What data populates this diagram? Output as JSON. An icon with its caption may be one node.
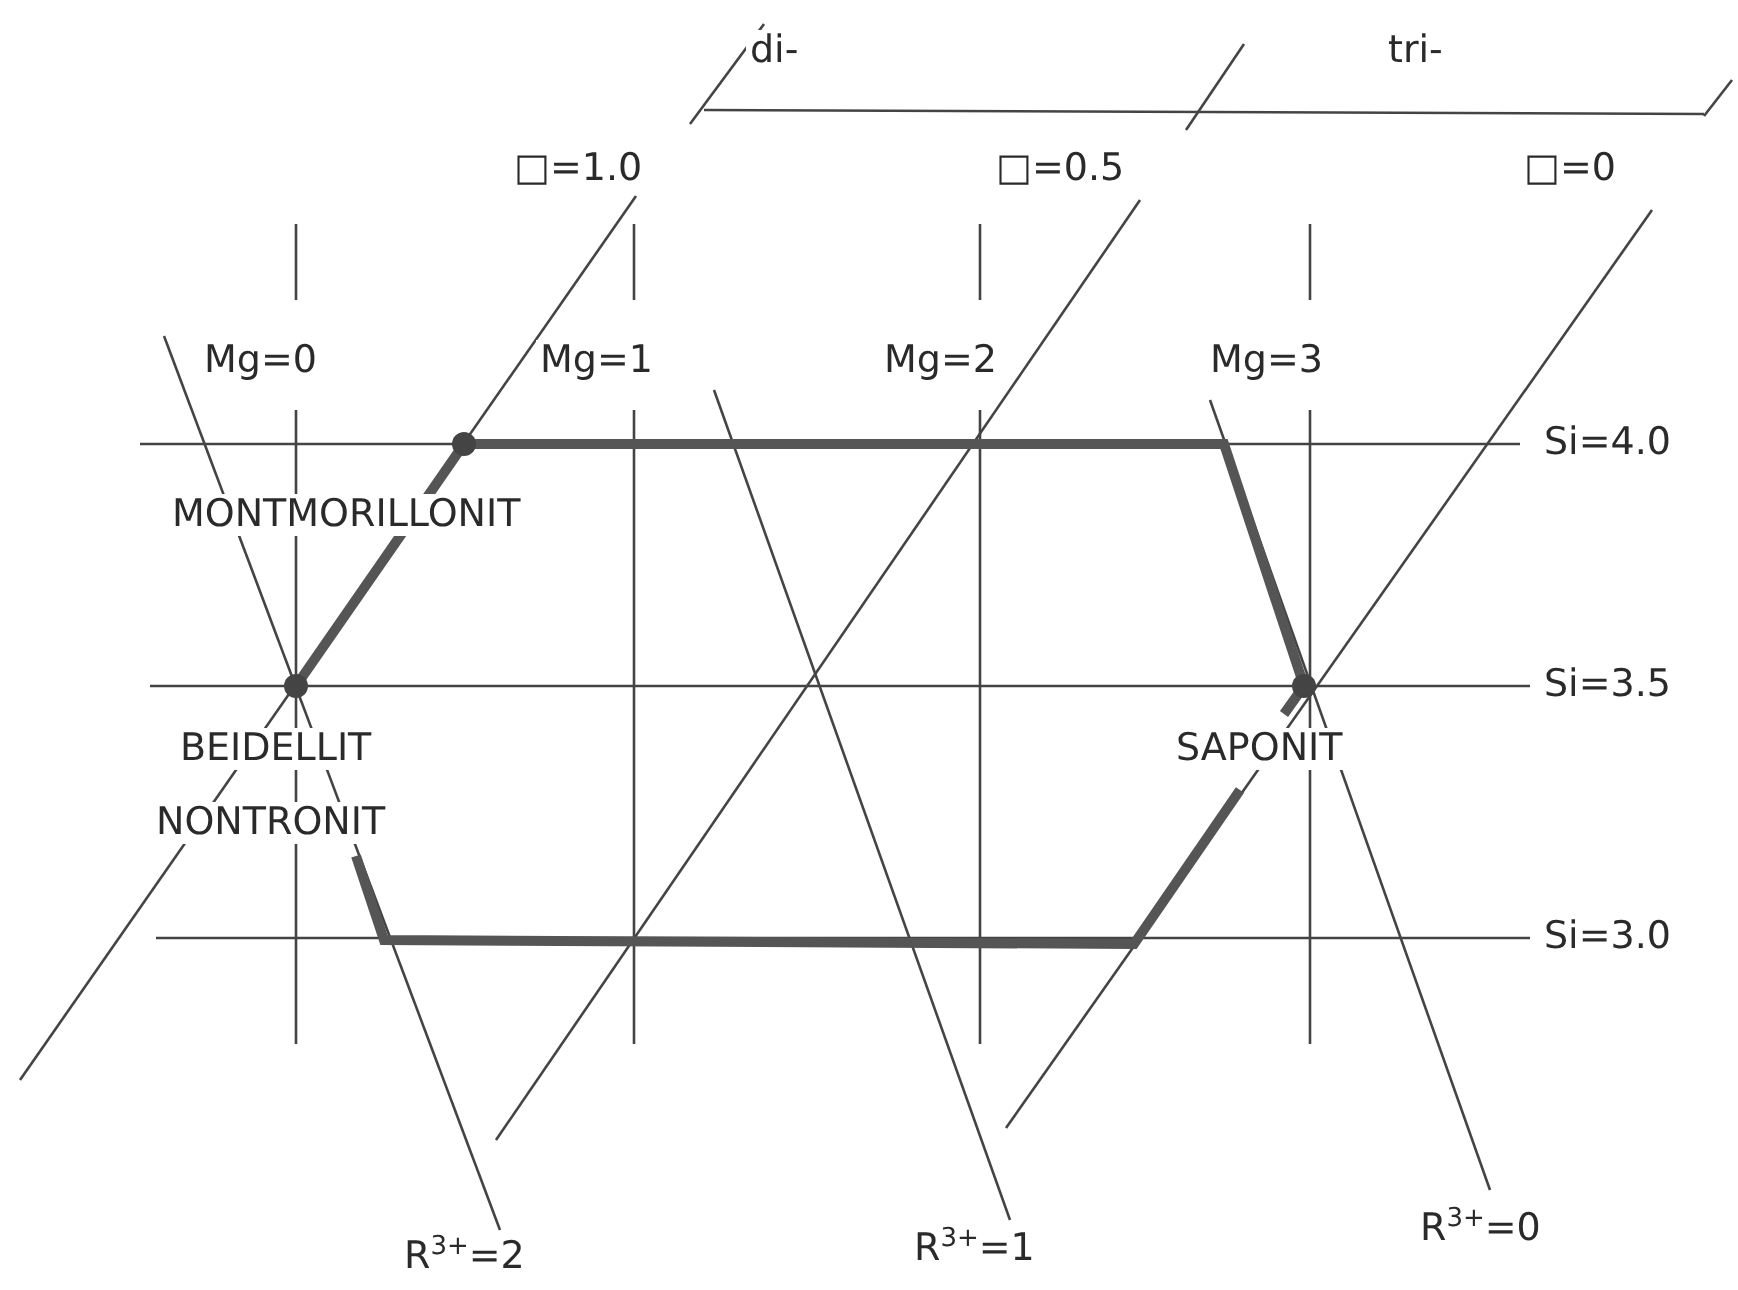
{
  "diagram": {
    "labels": [
      "di-",
      "tri-",
      "□=1.0",
      "□=0.5",
      "□=0",
      "Mg=0",
      "Mg=1",
      "Mg=2",
      "Mg=3",
      "Si=4.0",
      "MONTMORILLONIT",
      "Si=3.5",
      "BEIDELLIT",
      "SAPONIT",
      "NONTRONIT",
      "Si=3.0",
      "R$^{3+}$=2",
      "R$^{3+}$=1",
      "R$^{3+}$=0"
    ]
  }
}
